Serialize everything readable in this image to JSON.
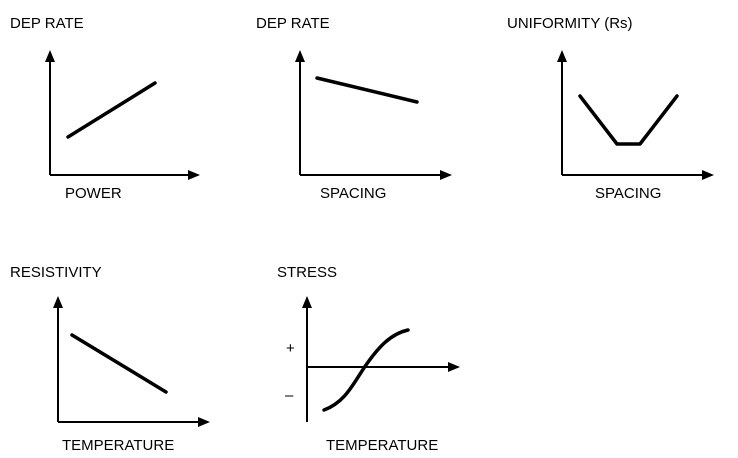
{
  "colors": {
    "ink": "#000000",
    "background": "#ffffff"
  },
  "panels": [
    {
      "id": "dep-rate-vs-power",
      "ylabel": "DEP RATE",
      "xlabel": "POWER",
      "trend": "increasing"
    },
    {
      "id": "dep-rate-vs-spacing",
      "ylabel": "DEP RATE",
      "xlabel": "SPACING",
      "trend": "slightly decreasing"
    },
    {
      "id": "uniformity-vs-spacing",
      "ylabel": "UNIFORMITY (Rs)",
      "xlabel": "SPACING",
      "trend": "minimum at middle"
    },
    {
      "id": "resistivity-vs-temperature",
      "ylabel": "RESISTIVITY",
      "xlabel": "TEMPERATURE",
      "trend": "decreasing"
    },
    {
      "id": "stress-vs-temperature",
      "ylabel": "STRESS",
      "xlabel": "TEMPERATURE",
      "trend": "from compressive to tensile",
      "plus_label": "+",
      "minus_label": "–"
    }
  ]
}
